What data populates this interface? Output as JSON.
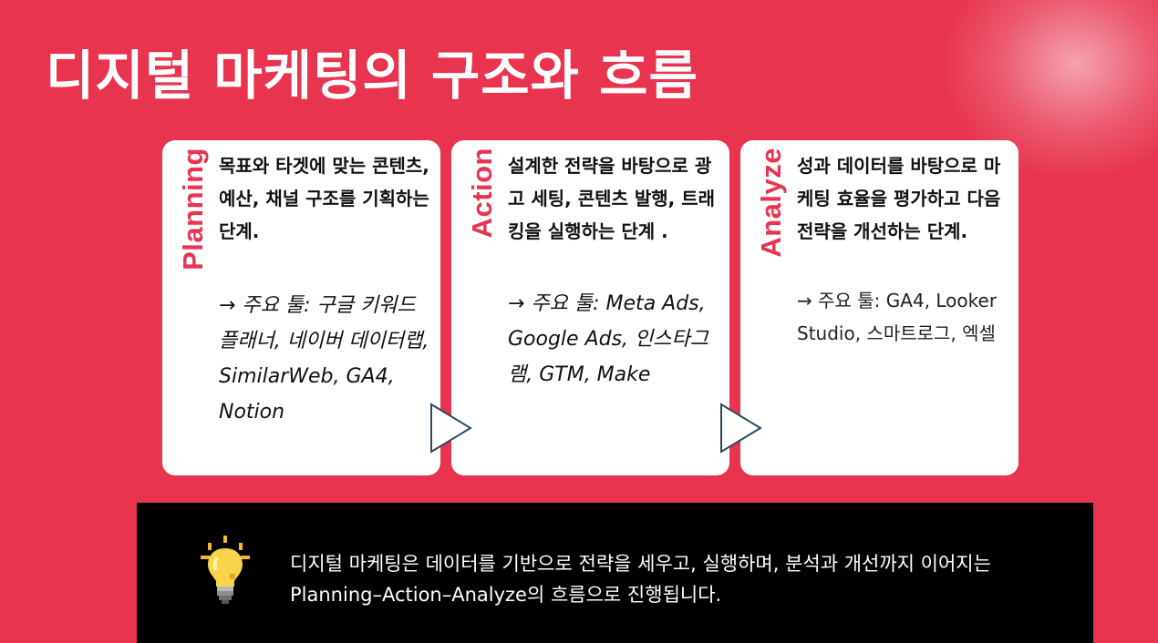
{
  "title": "디지털 마케팅의 구조와 흐름",
  "cards": [
    {
      "label": "Planning",
      "description": "목표와 타겟에 맞는 콘텐츠, 예산, 채널 구조를 기획하는 단계.",
      "tools": "→ 주요 툴: 구글 키워드 플래너, 네이버 데이터랩, SimilarWeb, GA4, Notion"
    },
    {
      "label": "Action",
      "description": "설계한 전략을 바탕으로 광고 세팅, 콘텐츠 발행, 트래킹을 실행하는 단계 .",
      "tools": "→ 주요 툴: Meta Ads, Google Ads, 인스타그램, GTM, Make"
    },
    {
      "label": "Analyze",
      "description": "성과 데이터를 바탕으로 마케팅 효율을 평가하고 다음 전략을 개선하는 단계.",
      "tools": "→ 주요 툴: GA4, Looker Studio, 스마트로그, 엑셀"
    }
  ],
  "summary": "디지털 마케팅은 데이터를 기반으로 전략을 세우고, 실행하며, 분석과 개선까지 이어지는 Planning–Action–Analyze의 흐름으로 진행됩니다.",
  "icons": {
    "arrow": "play-arrow-icon",
    "summary": "lightbulb-icon"
  },
  "colors": {
    "background": "#e8344f",
    "accent": "#e8344f",
    "arrow_stroke": "#2c4a5c",
    "footer": "#000000"
  }
}
